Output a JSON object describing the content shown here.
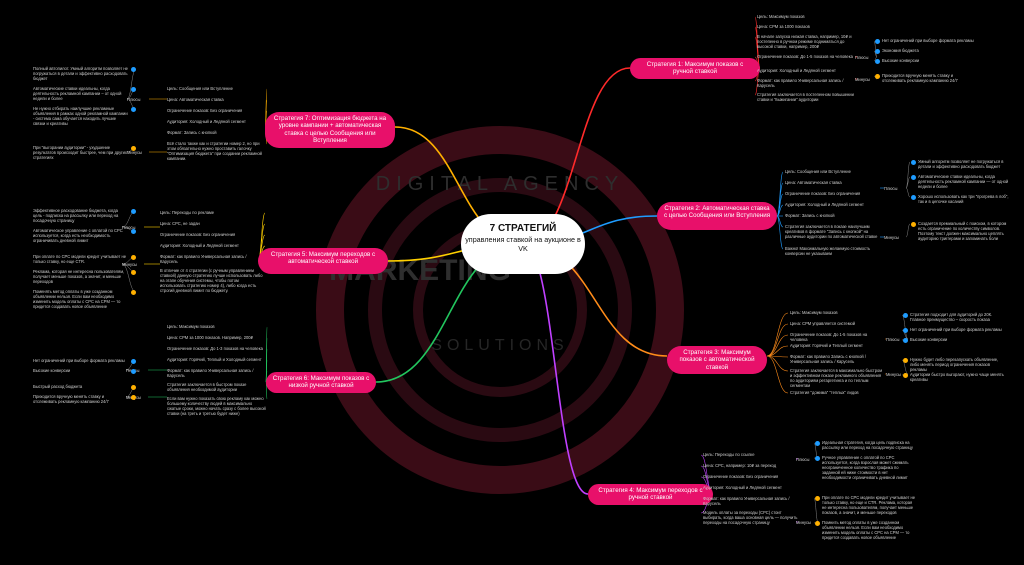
{
  "center": {
    "title": "7 СТРАТЕГИЙ",
    "subtitle": "управления ставкой на аукционе в VK"
  },
  "watermark": {
    "line1": "DIGITAL AGENCY",
    "line2": "MARKETING",
    "line3": "SOLUTIONS"
  },
  "colors": {
    "node": "#e8106a",
    "s1": "#ff2a2a",
    "s2": "#1e9cff",
    "s3": "#ff8c1a",
    "s4": "#c040ff",
    "s5": "#ffd000",
    "s6": "#22c55e",
    "s7": "#ffb000",
    "plus": "#1e9cff",
    "minus": "#ffb000"
  },
  "strategies": [
    {
      "label": "Стратегия 1: Максимум показов с ручной ставкой",
      "items": [
        "Цель: Максимум показов",
        "Цена: CPM за 1000 показов",
        "В начале запуска низкая ставка, например, 10₽ и постепенно в ручном режиме подниматься до высокой ставки, например, 200₽",
        "Ограничение показов: До 1-5 показов на человека",
        "Аудитория: Холодный и Ледяной сегмент",
        "Формат: как правило Универсальная запись / Карусель",
        "Стратегия заключается в постепенном повышении ставки и \"выжигании\" аудитории"
      ],
      "group_plus": "Плюсы",
      "plus": [
        "Нет ограничений при выборе формата рекламы",
        "Экономия бюджета",
        "Высокие конверсии"
      ],
      "group_minus": "Минусы",
      "minus": [
        "Приходится вручную менять ставку и отслеживать рекламную кампанию 24/7"
      ]
    },
    {
      "label": "Стратегия 2: Автоматическая ставка с целью Сообщения или Вступления",
      "items": [
        "Цель: Сообщения или Вступление",
        "Цена: Автоматическая ставка",
        "Ограничение показов: Без ограничения",
        "Аудитория: Холодный и Ледяной сегмент",
        "Формат: Запись с кнопкой",
        "Стратегия заключается в показе наилучшим креативов в формате \"Запись с кнопкой\" на различные аудитории по автоматической ставке",
        "Важно! Максимальную желаемую стоимость конверсии не указываем"
      ],
      "group_plus": "Плюсы",
      "plus": [
        "Умный алгоритм позволяет не погружаться в детали и эффективно расходовать бюджет",
        "Автоматические ставки идеальны, когда деятельность рекламной кампании — от одной недели и более",
        "Хорошо использовать как три \"прогрева в лоб\", так и в цепочке касаний"
      ],
      "group_minus": "Минусы",
      "minus": [
        "Создается премиальный с поиском, в котором есть ограничение по количеству символов. Поэтому текст должен максимально цеплять аудиторию триггерами и запоминать боли"
      ]
    },
    {
      "label": "Стратегия 3: Максимум показов с автоматической ставкой",
      "items": [
        "Цель: Максимум показов",
        "Цена: CPM управляется системой",
        "Ограничение показов: До 1-5 показов на человека",
        "Аудитория: Горячий и Теплый сегмент",
        "Формат: как правило Запись с кнопкой / Универсальная запись / Карусель",
        "Стратегия заключается в максимально быстром и эффективном показе рекламного объявления по аудиториям ретаргетинга и по теплым сегментам",
        "Стратегия \"дожима\" \"теплых\" лидов"
      ],
      "group_plus": "Плюсы",
      "plus": [
        "Стратегия подходит для аудиторий до 20К. Главное преимущество – скорость показа",
        "Нет ограничений при выборе формата рекламы",
        "Высокие конверсии"
      ],
      "group_minus": "Минусы",
      "minus": [
        "Нужно будет либо перезапускать объявление, либо менять период ограничения показов рекламы",
        "Аудитории быстро выгорают, нужно чаще менять креативы"
      ]
    },
    {
      "label": "Стратегия 4: Максимум переходов с ручной ставкой",
      "items": [
        "Цель: Переходы по ссылке",
        "Цена: CPC, например: 10₽ за переход",
        "Ограничение показов: Без ограничения",
        "Аудитория: Холодный и Ледяной сегмент",
        "Формат: как правило Универсальная запись / Карусель",
        "Модель оплаты за переходы (CPC) стоит выбирать, когда ваша основная цель — получить переходы на посадочную страницу"
      ],
      "group_plus": "Плюсы",
      "plus": [
        "Идеальная стратегия, когда цель подписка на рассылку или переход на посадочную страницу",
        "Ручное управление с оплатой по CPC используется, когда взрослая может сжимать неограниченное количество трафика по заданной ей ниже стоимости в нет необходимости ограничивать дневной лимит"
      ],
      "group_minus": "Минусы",
      "minus": [
        "При оплате по CPC модели кредит учитывает не только ставку, но еще и CTR. Реклама, которая не интересна пользователям, получает меньше показов, а значит, и меньше переходов",
        "Помнить метод оплаты в уже созданном объявлении нельзя. Если вам необходимо изменить модель оплаты с CPC на CPM — то придется создавать новое объявление"
      ]
    },
    {
      "label": "Стратегия 5: Максимум переходов с автоматической ставкой",
      "items": [
        "Цель: Переходы по рекламе",
        "Цена: CPC, не задан",
        "Ограничение показов: Без ограничения",
        "Аудитория: Холодный и Ледяной сегмент",
        "Формат: как правило Универсальная запись / Карусель",
        "В отличие от 4 стратегии (с ручным управлением ставкой) данную стратегию лучше использовать либо на этапе обучения системы, чтобы потом использовать стратегию номер 4), либо когда есть строгий дневной лимит по бюджету."
      ],
      "group_plus": "Плюсы",
      "plus": [
        "Эффективное расходование бюджета, когда цель - подписка на рассылку или переход на посадочную страницу",
        "Автоматическое управление с оплатой по CPC используется, когда есть необходимость ограничивать дневной лимит"
      ],
      "group_minus": "Минусы",
      "minus": [
        "При оплате по CPC модели кредит учитывает не только ставку, но еще CTR.",
        "Реклама, которая не интересна пользователям, получает меньше показов, а значит, и меньше переходов",
        "Поменять метод оплаты в уже созданном объявлении нельзя. Если вам необходимо изменить модель оплаты с CPC на CPM — то придется создавать новое объявление"
      ]
    },
    {
      "label": "Стратегия 6: Максимум показов с низкой ручной ставкой",
      "items": [
        "Цель: Максимум показов",
        "Цена: CPM за 1000 показов. Например, 200₽",
        "Ограничение показов: До 1-3 показов на человека",
        "Аудитория: Горячий, Теплый и Холодный сегмент",
        "Формат: как правило Универсальная запись / Карусель",
        "Стратегия заключается в быстром показе объявления необходимой аудитории",
        "Если вам нужно показать свою рекламу как можно большему количеству людей в максимально сжатые сроки, можно начать сразу с более высокой ставки (на треть и третью будет ниже)"
      ],
      "group_plus": "Плюсы",
      "plus": [
        "Нет ограничений при выборе формата рекламы",
        "Высокие конверсии"
      ],
      "group_minus": "Минусы",
      "minus": [
        "Быстрый расход бюджета",
        "Приходится вручную менять ставку и отслеживать рекламную кампанию 24/7"
      ]
    },
    {
      "label": "Стратегия 7: Оптимизация бюджета на уровне кампании + автоматическая ставка с целью Сообщения или Вступления",
      "items": [
        "Цель: Сообщения или Вступление",
        "Цена: Автоматическая ставка",
        "Ограничение показов: Без ограничения",
        "Аудитория: Холодный и Ледяной сегмент",
        "Формат: Запись с кнопкой",
        "Всё стало также как и стратегии номер 2, но при этом обязательно нужно проставить галочку \"Оптимизация бюджета\" при создании рекламной кампании."
      ],
      "group_plus": "Плюсы",
      "plus": [
        "Полный автопилот. Умный алгоритм позволяет не погружаться в детали и эффективно расходовать бюджет",
        "Автоматические ставки идеальны, когда деятельность рекламной кампании – от одной недели и более",
        "Не нужно отбирать наилучшие рекламные объявления в рамках одной рекламной кампании - система сама обучается находить лучшие связки и креативы"
      ],
      "group_minus": "Минусы",
      "minus": [
        "При \"выгорании аудитории\" - ухудшение результатов происходит быстрее, чем при других стратегиях"
      ]
    }
  ]
}
